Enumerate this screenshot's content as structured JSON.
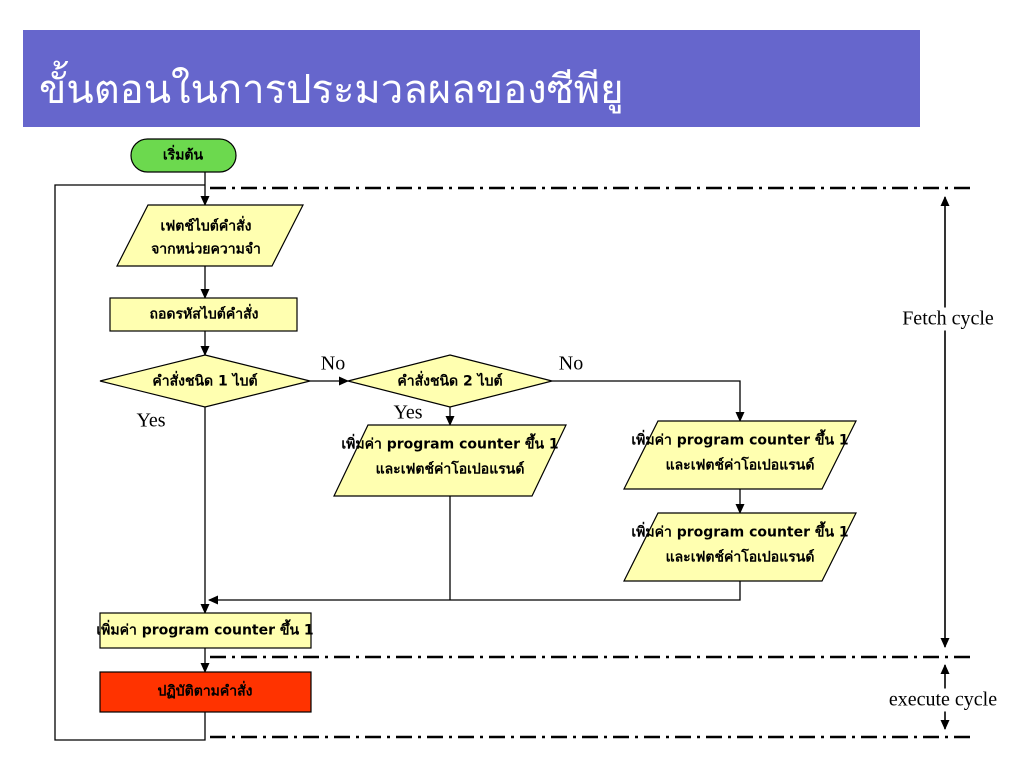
{
  "slide": {
    "title": "ขั้นตอนในการประมวลผลของซีพียู"
  },
  "flowchart": {
    "start": {
      "label": "เริ่มต้น"
    },
    "fetch_instruction": {
      "line1": "เฟตช์ไบต์คำสั่ง",
      "line2": "จากหน่วยความจำ"
    },
    "decode": {
      "label": "ถอดรหัสไบต์คำสั่ง"
    },
    "decision_1byte": {
      "label": "คำสั่งชนิด 1 ไบต์"
    },
    "decision_2byte": {
      "label": "คำสั่งชนิด 2 ไบต์"
    },
    "operand_mid": {
      "line1": "เพิ่มค่า program counter ขึ้น 1",
      "line2": "และเฟตช์ค่าโอเปอแรนด์"
    },
    "operand_right_top": {
      "line1": "เพิ่มค่า program counter ขึ้น 1",
      "line2": "และเฟตช์ค่าโอเปอแรนด์"
    },
    "operand_right_bottom": {
      "line1": "เพิ่มค่า program counter ขึ้น 1",
      "line2": "และเฟตช์ค่าโอเปอแรนด์"
    },
    "increment_pc": {
      "label": "เพิ่มค่า program counter ขึ้น 1"
    },
    "execute": {
      "label": "ปฏิบัติตามคำสั่ง"
    },
    "branch_labels": {
      "no_1": "No",
      "no_2": "No",
      "yes_1": "Yes",
      "yes_2": "Yes"
    },
    "cycle_labels": {
      "fetch": "Fetch cycle",
      "execute": "execute cycle"
    }
  },
  "colors": {
    "banner": "#6666CC",
    "start_fill": "#6CD94E",
    "process_fill": "#FFFFB0",
    "execute_fill": "#FF3300",
    "line": "#000000"
  }
}
